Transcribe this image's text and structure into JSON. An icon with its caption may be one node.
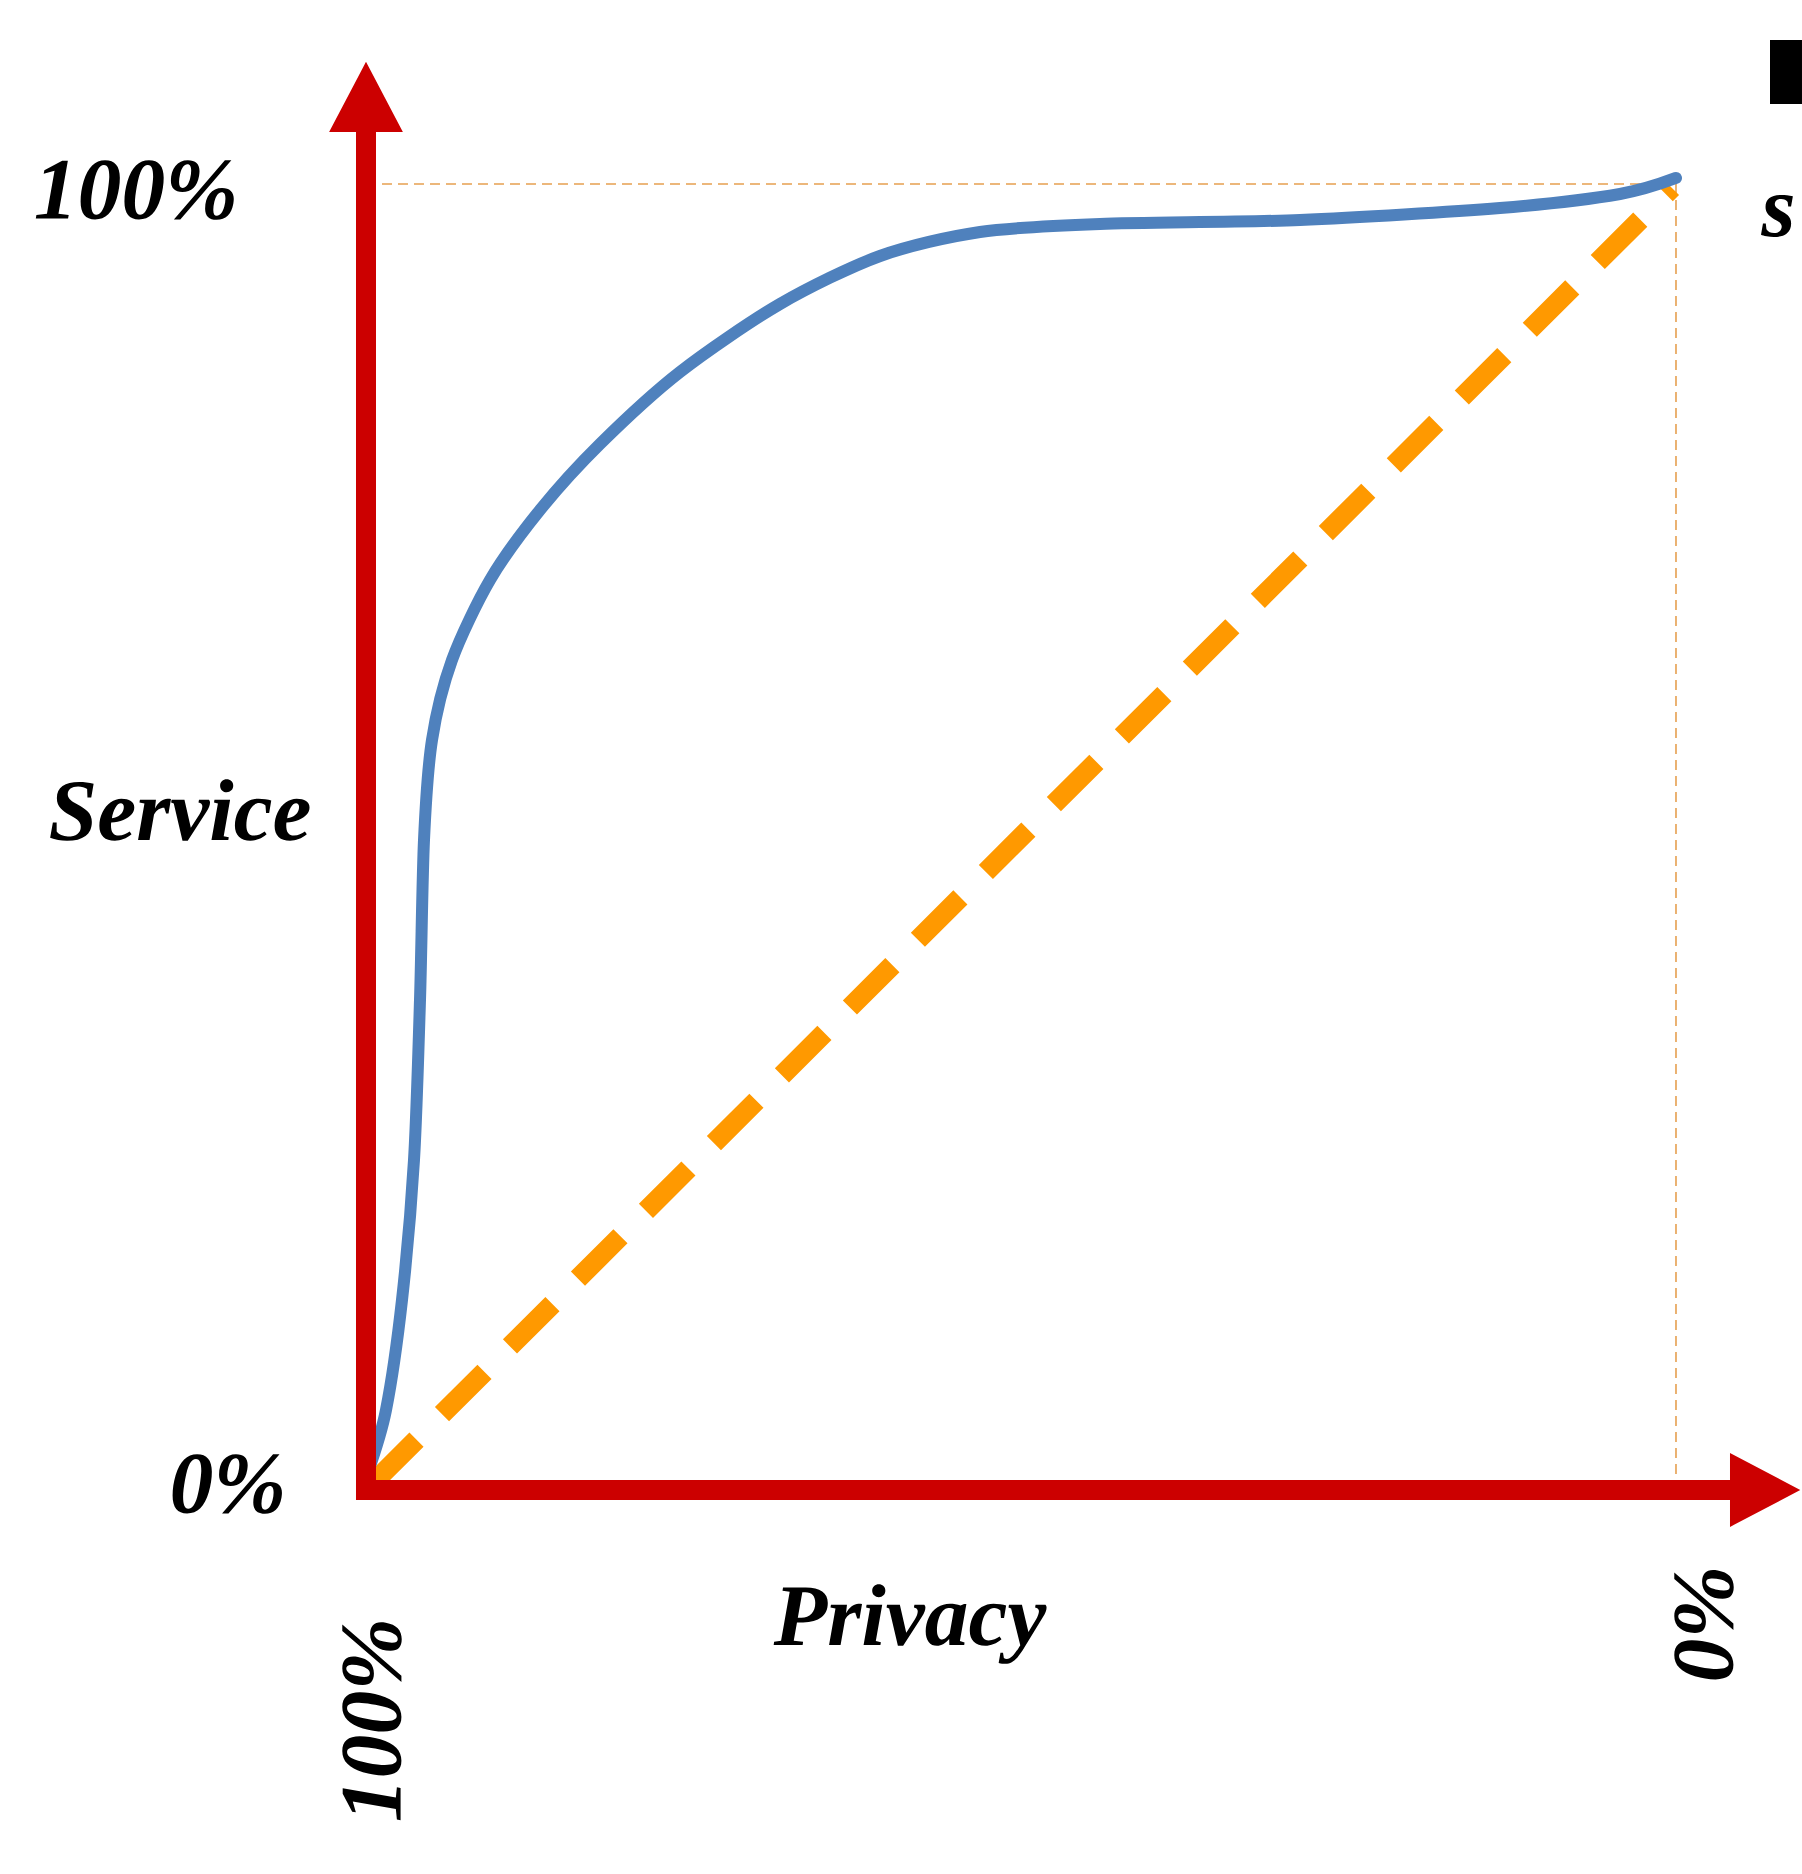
{
  "diagram": {
    "labels": [
      "100%",
      "s",
      "Service",
      "0%",
      "Privacy",
      "100%",
      "0%"
    ]
  }
}
